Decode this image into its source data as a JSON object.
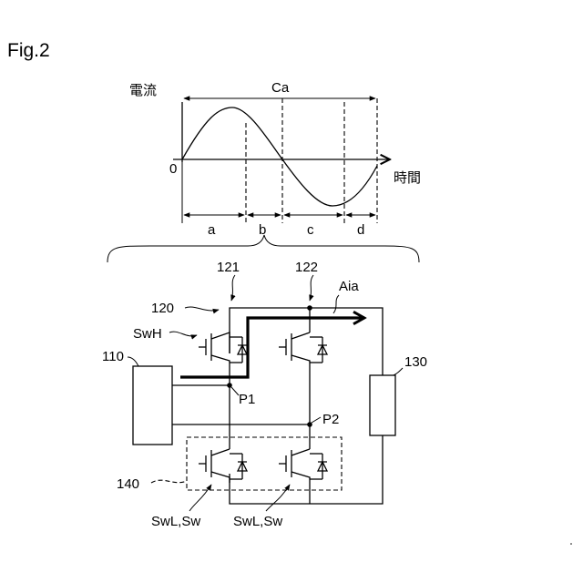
{
  "figure_label": "Fig.2",
  "graph": {
    "y_axis_label": "電流",
    "x_axis_label": "時間",
    "origin_label": "0",
    "cycle_label": "Ca",
    "segments": [
      "a",
      "b",
      "c",
      "d"
    ],
    "switching_interval_label": ""
  },
  "circuit": {
    "refs": {
      "r121": "121",
      "r122": "122",
      "r120": "120",
      "r110": "110",
      "r130": "130",
      "r140": "140"
    },
    "labels": {
      "swh": "SwH",
      "aia": "Aia",
      "p1": "P1",
      "p2": "P2",
      "swl_left": "SwL,Sw",
      "swl_right": "SwL,Sw"
    }
  }
}
